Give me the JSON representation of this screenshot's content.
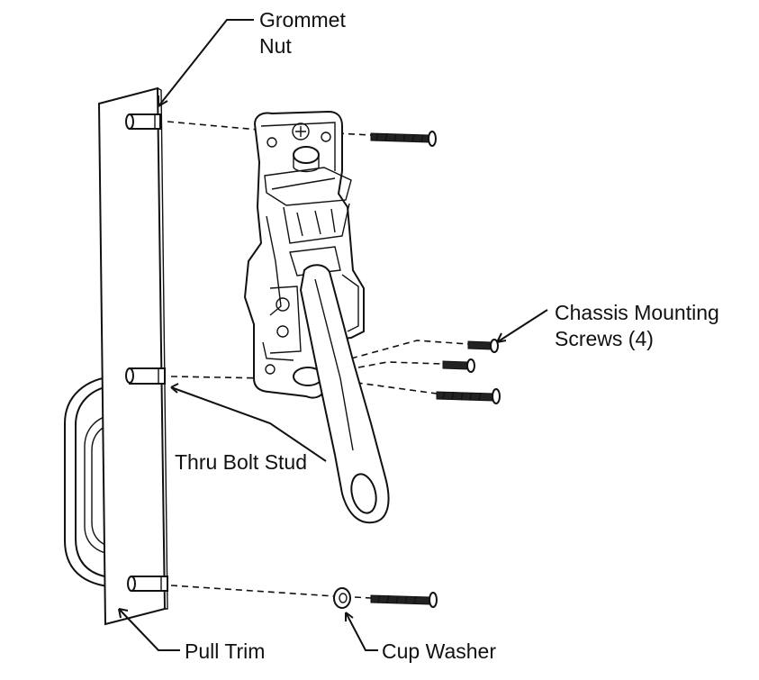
{
  "labels": {
    "grommet_nut_line1": "Grommet",
    "grommet_nut_line2": "Nut",
    "chassis_line1": "Chassis Mounting",
    "chassis_line2": "Screws (4)",
    "thru_bolt_stud": "Thru Bolt Stud",
    "pull_trim": "Pull Trim",
    "cup_washer": "Cup Washer"
  }
}
